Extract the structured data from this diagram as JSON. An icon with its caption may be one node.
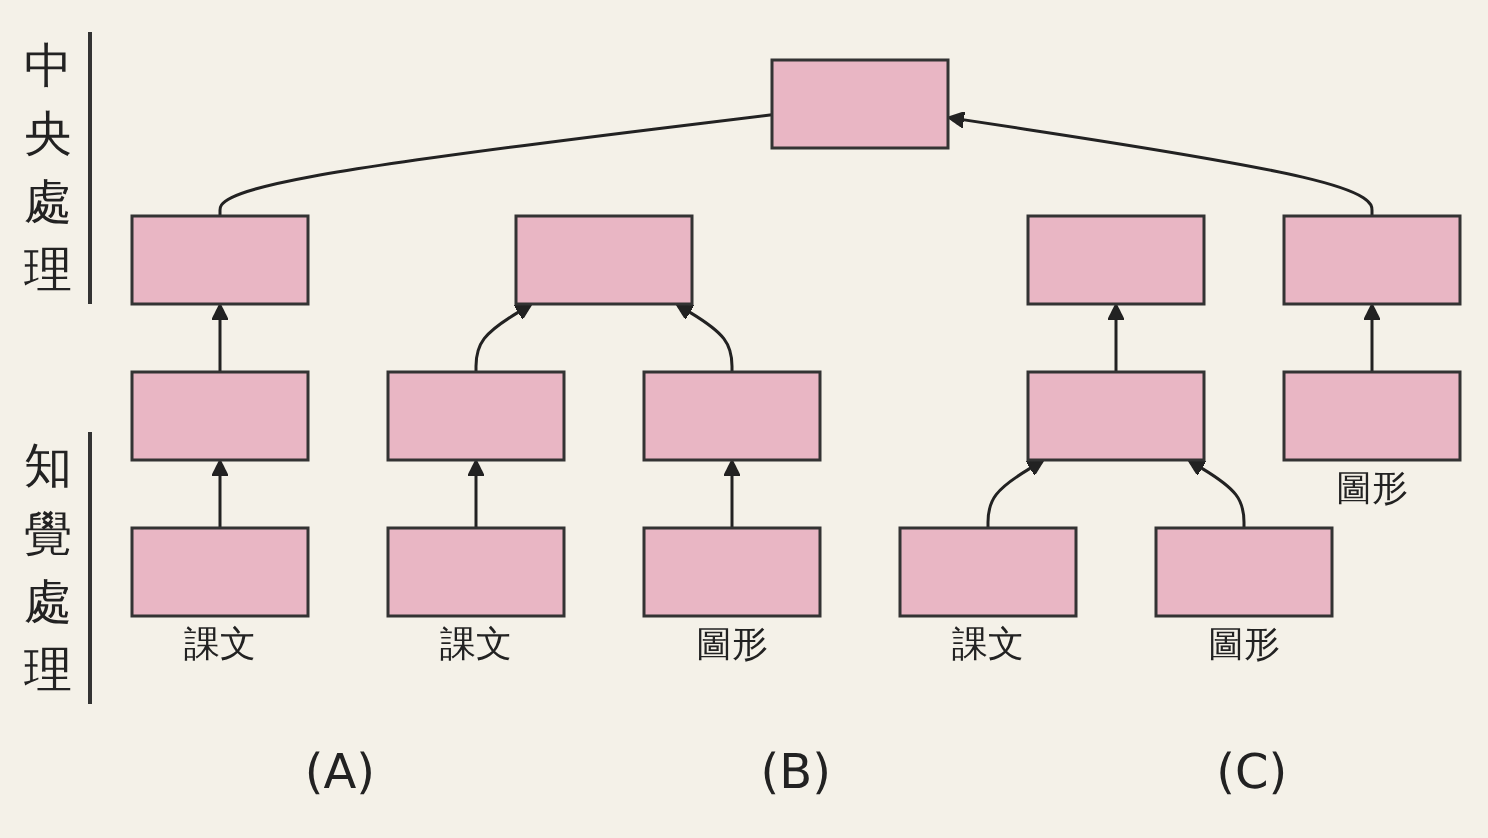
{
  "diagram": {
    "nodes": [
      {
        "text": [],
        "shape": "box"
      },
      {
        "text": [],
        "shape": "box"
      },
      {
        "text": [],
        "shape": "box"
      },
      {
        "text": [],
        "shape": "box"
      },
      {
        "text": [],
        "shape": "box"
      },
      {
        "text": [],
        "shape": "box"
      },
      {
        "text": [],
        "shape": "box"
      },
      {
        "text": [],
        "shape": "box"
      },
      {
        "text": [],
        "shape": "box"
      },
      {
        "text": [],
        "shape": "box",
        "beside": [
          "課文"
        ]
      },
      {
        "text": [],
        "shape": "box",
        "beside": [
          "圖形"
        ]
      },
      {
        "text": [],
        "shape": "box",
        "beside": [
          "課文"
        ]
      },
      {
        "text": [],
        "shape": "box",
        "beside": [
          "圖形"
        ]
      },
      {
        "text": [],
        "shape": "box",
        "beside": [
          "課文"
        ]
      },
      {
        "text": [],
        "shape": "box",
        "beside": [
          "圖形"
        ]
      }
    ],
    "edges": [
      {
        "from": 0,
        "to": 1,
        "arrow": "none"
      },
      {
        "from": 4,
        "to": 0,
        "arrow": "to"
      },
      {
        "from": 5,
        "to": 1,
        "arrow": "to"
      },
      {
        "from": 9,
        "to": 4,
        "arrow": "to"
      },
      {
        "from": 10,
        "to": 5,
        "arrow": "to"
      },
      {
        "from": 6,
        "to": 2,
        "arrow": "to"
      },
      {
        "from": 7,
        "to": 2,
        "arrow": "to"
      },
      {
        "from": 11,
        "to": 6,
        "arrow": "to"
      },
      {
        "from": 12,
        "to": 7,
        "arrow": "to"
      },
      {
        "from": 8,
        "to": 3,
        "arrow": "to"
      },
      {
        "from": 13,
        "to": 8,
        "arrow": "to"
      },
      {
        "from": 14,
        "to": 8,
        "arrow": "to"
      }
    ],
    "labels": [
      "中央處理",
      "知覺處理",
      "(A)",
      "(B)",
      "(C)"
    ]
  }
}
